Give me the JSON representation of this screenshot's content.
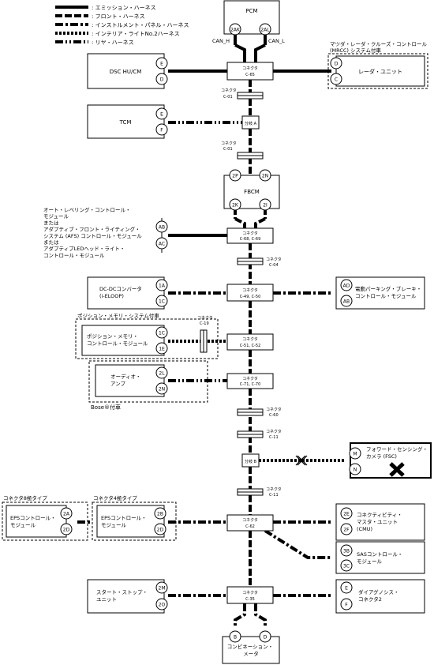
{
  "legend": [
    {
      "style": "em",
      "label": ": エミッション・ハーネス"
    },
    {
      "style": "fr",
      "label": ": フロント・ハーネス"
    },
    {
      "style": "ip",
      "label": ": インストルメント・パネル・ハーネス"
    },
    {
      "style": "int",
      "label": ": インテリア・ライトNo.2ハーネス"
    },
    {
      "style": "rr",
      "label": ": リヤ・ハーネス"
    }
  ],
  "modules": {
    "pcm": {
      "label": "PCM",
      "pins": [
        "2AK",
        "2AL"
      ]
    },
    "can_h": "CAN_H",
    "can_l": "CAN_L",
    "mrcc_group": "マツダ・レーダ・クルーズ・コントロール\n(MRCC) システム付車",
    "radar": {
      "label": "レーダ・ユニット",
      "pins": [
        "D",
        "C"
      ]
    },
    "dsc": {
      "label": "DSC HU/CM",
      "pins": [
        "E",
        "D"
      ]
    },
    "tcm": {
      "label": "TCM",
      "pins": [
        "E",
        "F"
      ]
    },
    "fbcm": {
      "label": "FBCM",
      "pins": [
        "2P",
        "2N",
        "2K",
        "2I"
      ]
    },
    "afs": {
      "label": "オート・レベリング・コントロール・\nモジュール\nまたは\nアダプティブ・フロント・ライティング・\nシステム (AFS) コントロール・モジュール\nまたは\nアダプティブLEDヘッド・ライト・\nコントロール・モジュール",
      "pins": [
        "AB",
        "AC"
      ]
    },
    "dcdc": {
      "label": "DC-DCコンバータ\n(i-ELOOP)",
      "pins": [
        "1A",
        "1C"
      ]
    },
    "epb": {
      "label": "電動パーキング・ブレーキ・\nコントロール・モジュール",
      "pins": [
        "AD",
        "AB"
      ]
    },
    "posmem_group": "ポジション・メモリ・システム付車",
    "posmem": {
      "label": "ポジション・メモリ・\nコントロール・モジュール",
      "pins": [
        "1C",
        "1E"
      ]
    },
    "audio": {
      "label": "オーディオ・\nアンプ",
      "pins": [
        "2L",
        "2N"
      ]
    },
    "bose_group": "Bose®付車",
    "fsc": {
      "label": "フォワード・センシング・\nカメラ (FSC)",
      "pins": [
        "M",
        "N"
      ]
    },
    "eps8_group": "コネクタ8極タイプ",
    "eps4_group": "コネクタ4極タイプ",
    "eps8": {
      "label": "EPSコントロール・\nモジュール",
      "pins": [
        "2A",
        "2D"
      ]
    },
    "eps4": {
      "label": "EPSコントロール・\nモジュール",
      "pins": [
        "2B",
        "2D"
      ]
    },
    "cmu": {
      "label": "コネクティビティ・\nマスタ・ユニット\n(CMU)",
      "pins": [
        "2E",
        "2F"
      ]
    },
    "sas": {
      "label": "SASコントロール・\nモジュール",
      "pins": [
        "3B",
        "3C"
      ]
    },
    "startstop": {
      "label": "スタート・ストップ・\nユニット",
      "pins": [
        "2M",
        "2O"
      ]
    },
    "dlc": {
      "label": "ダイアグノシス・\nコネクタ2",
      "pins": [
        "E",
        "F"
      ]
    },
    "meter": {
      "label": "コンビネーション・\nメータ",
      "pins": [
        "B",
        "D"
      ]
    }
  },
  "hubs": {
    "c65": {
      "title": "コネクタ",
      "code": "C-65"
    },
    "branch_a": {
      "title": "分岐 A"
    },
    "c68": {
      "title": "コネクタ",
      "code": "C-68, C-69"
    },
    "c49": {
      "title": "コネクタ",
      "code": "C-49, C-50"
    },
    "c51": {
      "title": "コネクタ",
      "code": "C-51, C-52"
    },
    "c71": {
      "title": "コネクタ",
      "code": "C-71, C-70"
    },
    "branch_b": {
      "title": "分岐 B"
    },
    "c62": {
      "title": "コネクタ",
      "code": "C-62"
    },
    "c35": {
      "title": "コネクタ",
      "code": "C-35"
    }
  },
  "inline_connectors": {
    "c01a": {
      "title": "コネクタ",
      "code": "C-01"
    },
    "c01b": {
      "title": "コネクタ",
      "code": "C-01"
    },
    "c04": {
      "title": "コネクタ",
      "code": "C-04"
    },
    "c19": {
      "title": "コネクタ",
      "code": "C-19"
    },
    "c60": {
      "title": "コネクタ",
      "code": "C-60"
    },
    "c11a": {
      "title": "コネクタ",
      "code": "C-11"
    },
    "c11b": {
      "title": "コネクタ",
      "code": "C-11"
    }
  }
}
